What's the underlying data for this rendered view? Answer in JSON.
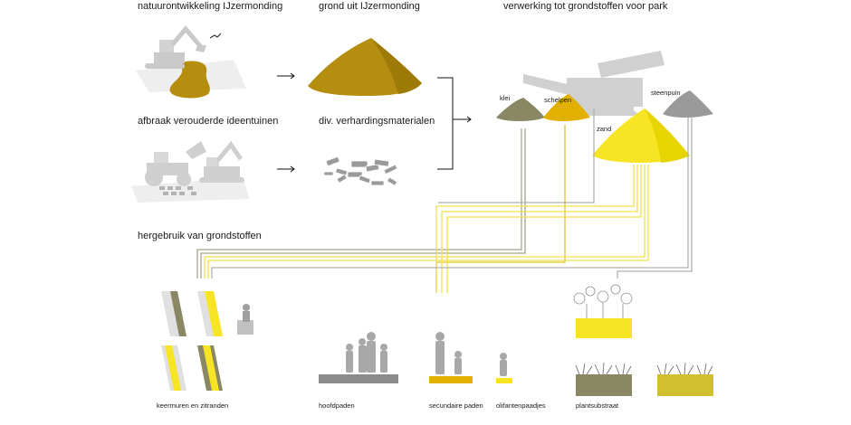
{
  "headings": {
    "dune_restoration": "natuurontwikkeling IJzermonding",
    "soil": "grond uit IJzermonding",
    "processing": "verwerking tot grondstoffen voor park",
    "demolition": "afbraak verouderde ideentuinen",
    "paving": "div. verhardingsmaterialen",
    "reuse": "hergebruik van grondstoffen"
  },
  "materials": {
    "clay": "klei",
    "shells": "schelpen",
    "rubble": "steenpuin",
    "sand": "zand"
  },
  "applications": {
    "walls": "keermuren en zitranden",
    "main_paths": "hoofdpaden",
    "secondary_paths": "secundaire paden",
    "desire_paths": "olifantenpaadjes",
    "plant_substrate": "plantsubstraat"
  },
  "colors": {
    "clay": "#8a8864",
    "shells": "#e2b000",
    "rubble": "#9a9a9a",
    "sand": "#f7e525",
    "soil": "#b58e10",
    "machine": "#cfcfcf",
    "arrow": "#111111"
  }
}
